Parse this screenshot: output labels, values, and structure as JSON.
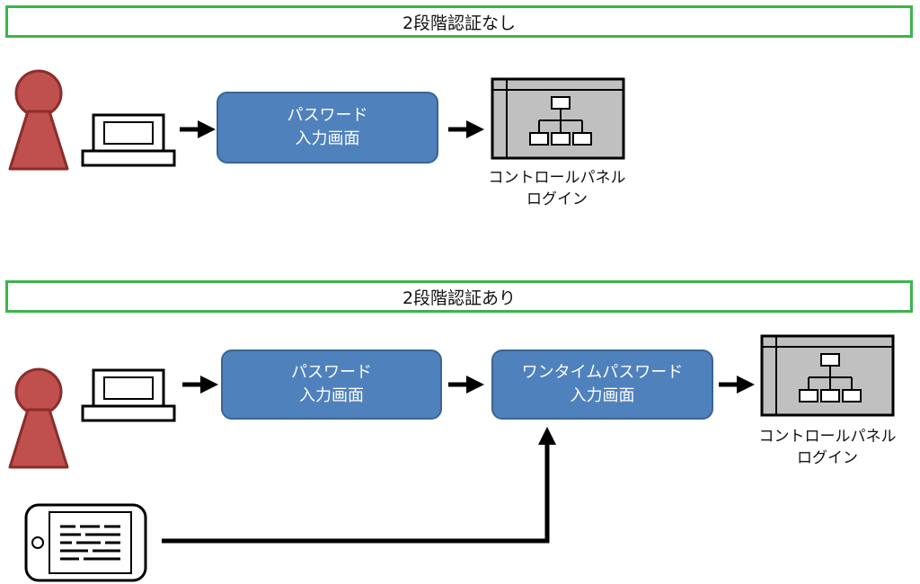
{
  "sections": {
    "without_2fa": {
      "title": "2段階認証なし",
      "password_box": {
        "line1": "パスワード",
        "line2": "入力画面"
      },
      "target": {
        "line1": "コントロールパネル",
        "line2": "ログイン"
      }
    },
    "with_2fa": {
      "title": "2段階認証あり",
      "password_box": {
        "line1": "パスワード",
        "line2": "入力画面"
      },
      "otp_box": {
        "line1": "ワンタイムパスワード",
        "line2": "入力画面"
      },
      "target": {
        "line1": "コントロールパネル",
        "line2": "ログイン"
      }
    }
  },
  "colors": {
    "header_border": "#3cb44b",
    "box_fill": "#4f81bd",
    "box_border": "#3a6493",
    "user_fill": "#c0504d",
    "user_stroke": "#8b2d2b",
    "panel_fill": "#c0c0c0"
  },
  "icons": [
    "user-icon",
    "laptop-icon",
    "control-panel-icon",
    "tablet-icon",
    "arrow-icon"
  ]
}
